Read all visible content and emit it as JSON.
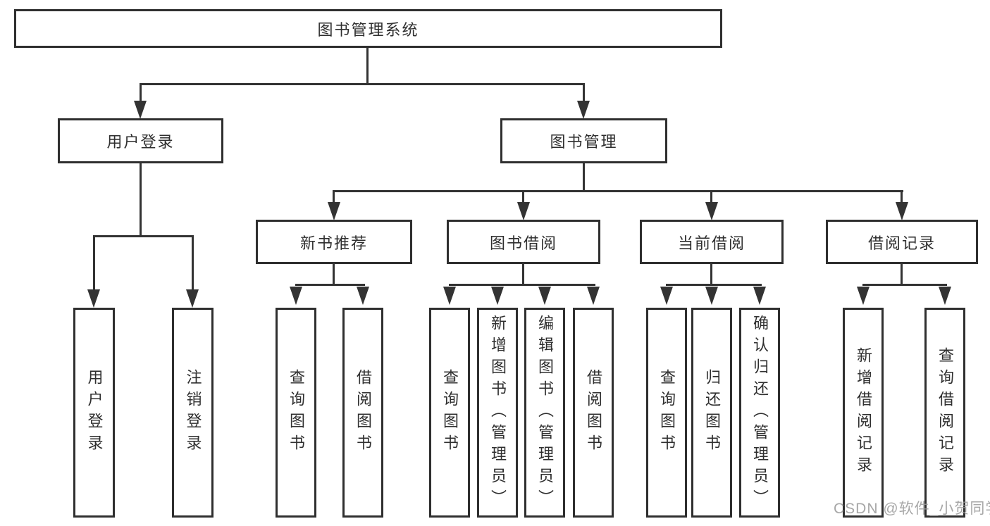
{
  "diagram": {
    "root": {
      "label": "图书管理系统"
    },
    "level2": {
      "user_login": {
        "label": "用户登录"
      },
      "book_management": {
        "label": "图书管理"
      }
    },
    "level3": {
      "new_book_recommend": {
        "label": "新书推荐"
      },
      "book_borrowing": {
        "label": "图书借阅"
      },
      "current_borrowing": {
        "label": "当前借阅"
      },
      "borrowing_records": {
        "label": "借阅记录"
      }
    },
    "leaves": {
      "user_login": [
        "用户登录",
        "注销登录"
      ],
      "new_book_recommend": [
        "查询图书",
        "借阅图书"
      ],
      "book_borrowing": [
        "查询图书",
        "新增图书（管理员）",
        "编辑图书（管理员）",
        "借阅图书"
      ],
      "current_borrowing": [
        "查询图书",
        "归还图书",
        "确认归还（管理员）"
      ],
      "borrowing_records": [
        "新增借阅记录",
        "查询借阅记录"
      ]
    }
  },
  "watermark": {
    "text": "CSDN @软件_小贺同学"
  },
  "colors": {
    "line": "#333333",
    "border": "#2f2f2f",
    "text": "#2f2f2f",
    "box_background": "#ffffff",
    "watermark": "#989898"
  }
}
